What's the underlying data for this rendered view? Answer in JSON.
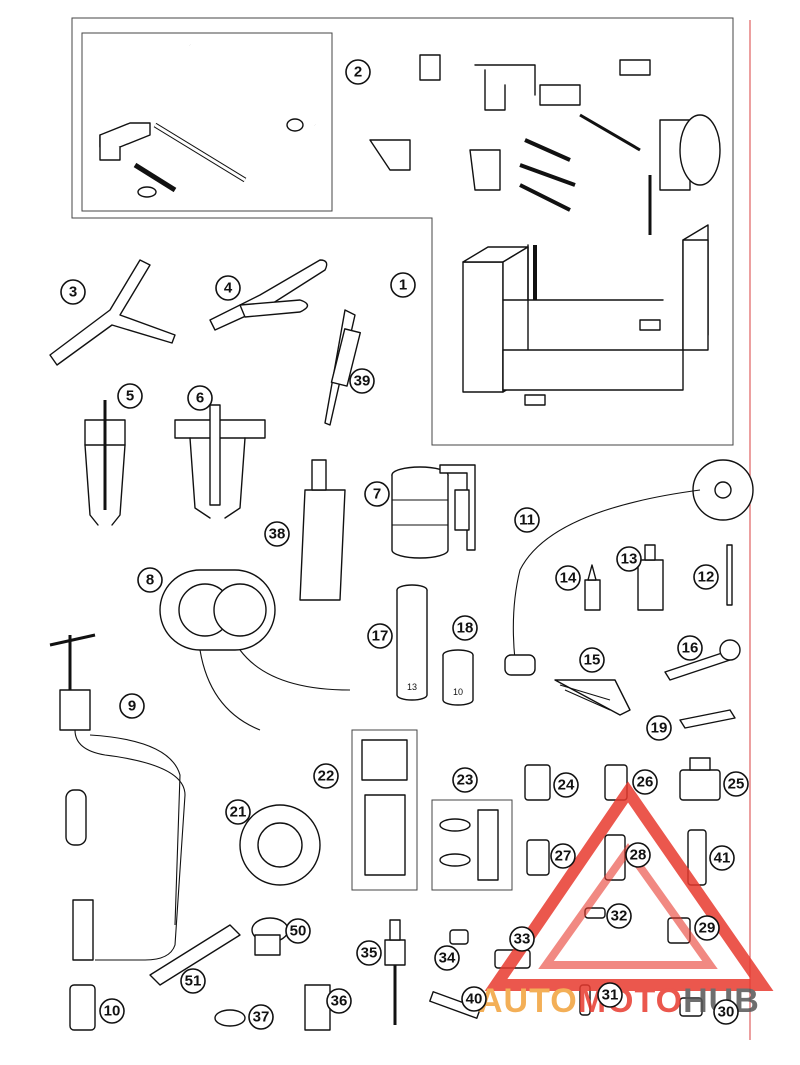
{
  "callouts": [
    {
      "id": "1",
      "label": "1"
    },
    {
      "id": "2",
      "label": "2"
    },
    {
      "id": "3",
      "label": "3"
    },
    {
      "id": "4",
      "label": "4"
    },
    {
      "id": "5",
      "label": "5"
    },
    {
      "id": "6",
      "label": "6"
    },
    {
      "id": "7",
      "label": "7"
    },
    {
      "id": "8",
      "label": "8"
    },
    {
      "id": "9",
      "label": "9"
    },
    {
      "id": "10",
      "label": "10"
    },
    {
      "id": "11",
      "label": "11"
    },
    {
      "id": "12",
      "label": "12"
    },
    {
      "id": "13",
      "label": "13"
    },
    {
      "id": "14",
      "label": "14"
    },
    {
      "id": "15",
      "label": "15"
    },
    {
      "id": "16",
      "label": "16"
    },
    {
      "id": "17",
      "label": "17"
    },
    {
      "id": "18",
      "label": "18"
    },
    {
      "id": "19",
      "label": "19"
    },
    {
      "id": "21",
      "label": "21"
    },
    {
      "id": "22",
      "label": "22"
    },
    {
      "id": "23",
      "label": "23"
    },
    {
      "id": "24",
      "label": "24"
    },
    {
      "id": "25",
      "label": "25"
    },
    {
      "id": "26",
      "label": "26"
    },
    {
      "id": "27",
      "label": "27"
    },
    {
      "id": "28",
      "label": "28"
    },
    {
      "id": "29",
      "label": "29"
    },
    {
      "id": "30",
      "label": "30"
    },
    {
      "id": "31",
      "label": "31"
    },
    {
      "id": "32",
      "label": "32"
    },
    {
      "id": "33",
      "label": "33"
    },
    {
      "id": "34",
      "label": "34"
    },
    {
      "id": "35",
      "label": "35"
    },
    {
      "id": "36",
      "label": "36"
    },
    {
      "id": "37",
      "label": "37"
    },
    {
      "id": "38",
      "label": "38"
    },
    {
      "id": "39",
      "label": "39"
    },
    {
      "id": "40",
      "label": "40"
    },
    {
      "id": "41",
      "label": "41"
    },
    {
      "id": "50",
      "label": "50"
    },
    {
      "id": "51",
      "label": "51"
    }
  ],
  "socket_markings": {
    "socket_17": "13",
    "socket_18": "10"
  },
  "watermark": {
    "text": "AUTOMOTOHUB",
    "color_primary": "#e83a2f",
    "color_secondary": "#f2a23a",
    "color_hub": "#555555"
  },
  "colors": {
    "line": "#111111",
    "edge_rule": "#e06060"
  }
}
